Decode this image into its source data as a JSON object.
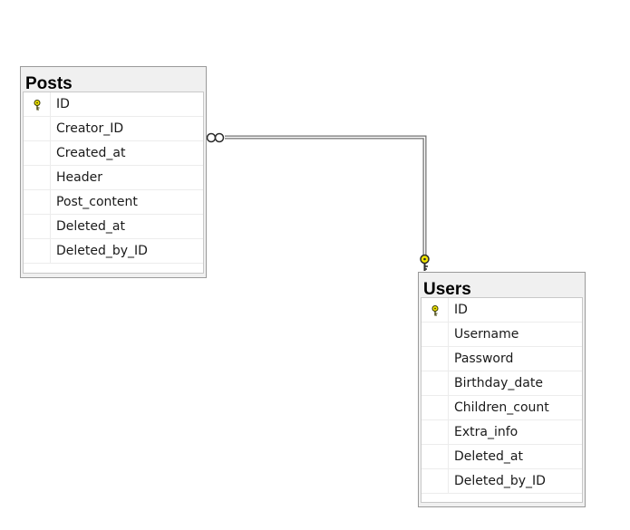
{
  "tables": [
    {
      "name": "Posts",
      "columns": [
        {
          "name": "ID",
          "primary_key": true
        },
        {
          "name": "Creator_ID",
          "primary_key": false
        },
        {
          "name": "Created_at",
          "primary_key": false
        },
        {
          "name": "Header",
          "primary_key": false
        },
        {
          "name": "Post_content",
          "primary_key": false
        },
        {
          "name": "Deleted_at",
          "primary_key": false
        },
        {
          "name": "Deleted_by_ID",
          "primary_key": false
        }
      ]
    },
    {
      "name": "Users",
      "columns": [
        {
          "name": "ID",
          "primary_key": true
        },
        {
          "name": "Username",
          "primary_key": false
        },
        {
          "name": "Password",
          "primary_key": false
        },
        {
          "name": "Birthday_date",
          "primary_key": false
        },
        {
          "name": "Children_count",
          "primary_key": false
        },
        {
          "name": "Extra_info",
          "primary_key": false
        },
        {
          "name": "Deleted_at",
          "primary_key": false
        },
        {
          "name": "Deleted_by_ID",
          "primary_key": false
        }
      ]
    }
  ],
  "relationship": {
    "many_side": "Posts",
    "one_side": "Users",
    "one_end_icon": "key-icon",
    "many_end_icon": "infinity-icon",
    "colors": {
      "line": "#808080",
      "key_fill": "#f2e600",
      "key_stroke": "#3a3a00"
    }
  }
}
